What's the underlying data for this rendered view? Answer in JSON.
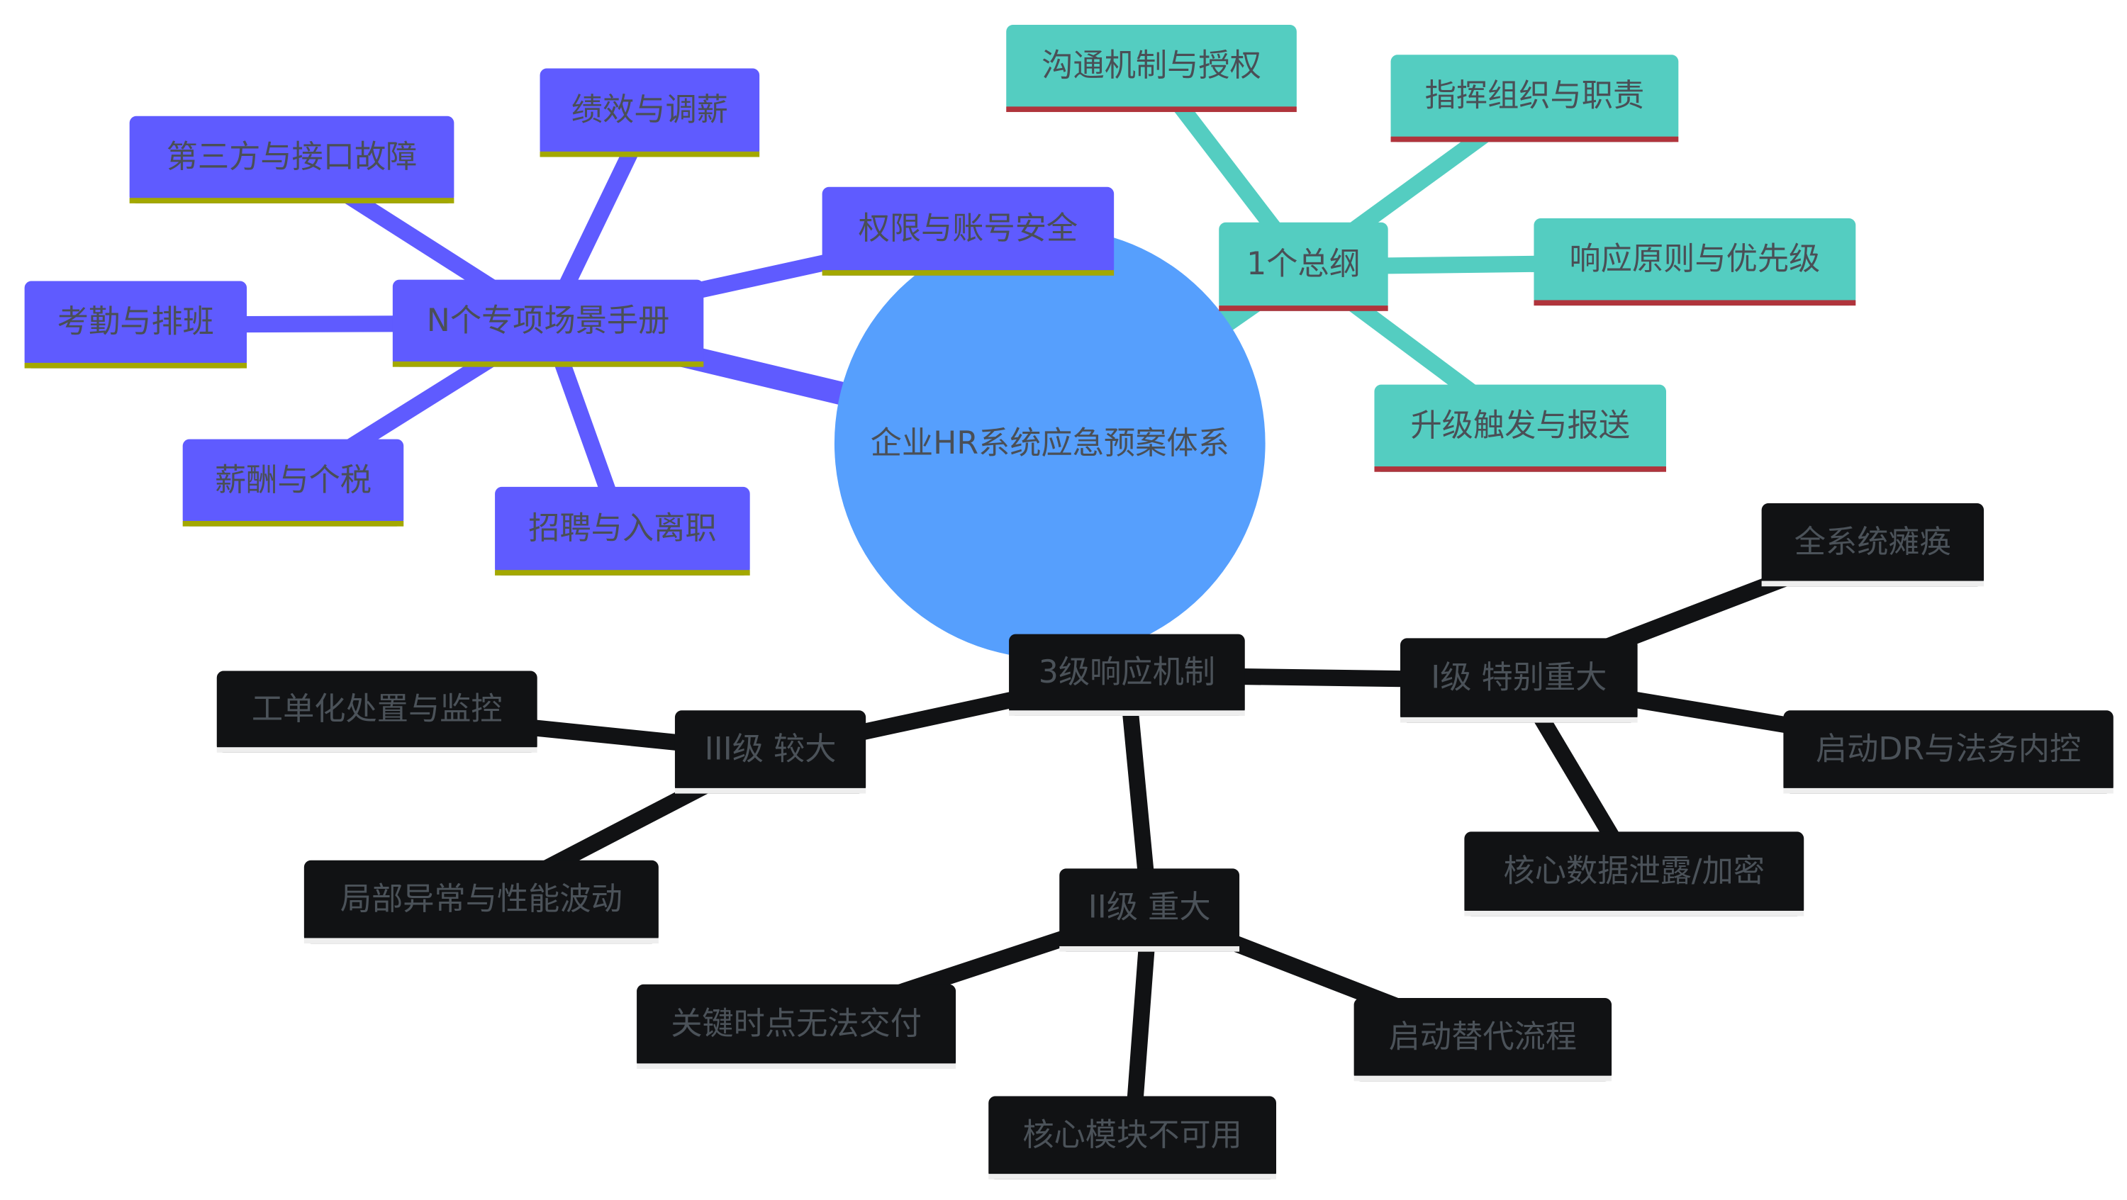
{
  "root": {
    "label": "企业HR系统应急预案体系",
    "color": "#569ffd"
  },
  "branches": [
    {
      "label": "1个总纲",
      "color": "#54cdc1",
      "underline": "#b0343c",
      "text_color": "#4a4f56",
      "children": [
        {
          "label": "沟通机制与授权"
        },
        {
          "label": "指挥组织与职责"
        },
        {
          "label": "响应原则与优先级"
        },
        {
          "label": "升级触发与报送"
        }
      ]
    },
    {
      "label": "N个专项场景手册",
      "color": "#5f5bff",
      "underline": "#a3a800",
      "text_color": "#4a4f56",
      "children": [
        {
          "label": "权限与账号安全"
        },
        {
          "label": "绩效与调薪"
        },
        {
          "label": "第三方与接口故障"
        },
        {
          "label": "考勤与排班"
        },
        {
          "label": "薪酬与个税"
        },
        {
          "label": "招聘与入离职"
        }
      ]
    },
    {
      "label": "3级响应机制",
      "color": "#111214",
      "underline": "#eeeeee",
      "text_color": "#4b5259",
      "children": [
        {
          "label": "I级 特别重大",
          "children": [
            {
              "label": "全系统瘫痪"
            },
            {
              "label": "启动DR与法务内控"
            },
            {
              "label": "核心数据泄露/加密"
            }
          ]
        },
        {
          "label": "II级 重大",
          "children": [
            {
              "label": "关键时点无法交付"
            },
            {
              "label": "核心模块不可用"
            },
            {
              "label": "启动替代流程"
            }
          ]
        },
        {
          "label": "III级 较大",
          "children": [
            {
              "label": "工单化处置与监控"
            },
            {
              "label": "局部异常与性能波动"
            }
          ]
        }
      ]
    }
  ]
}
